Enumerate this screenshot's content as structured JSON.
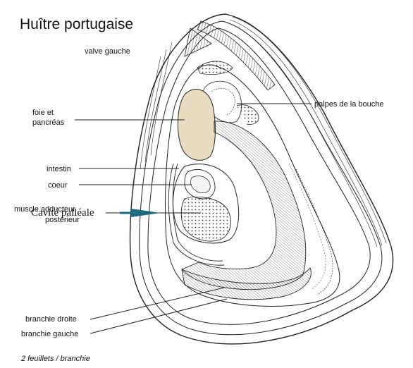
{
  "title": "Huître portugaise",
  "labels": {
    "valve_gauche": "valve gauche",
    "foie_1": "foie et",
    "foie_2": "pancréas",
    "intestin": "intestin",
    "coeur": "coeur",
    "muscle_1": "muscle adducteur",
    "muscle_2": "postérieur",
    "cavite": "Cavité palléale",
    "palpes": "palpes de la bouche",
    "branchie_droite": "branchie droite",
    "branchie_gauche": "branchie gauche"
  },
  "footnote": "2 feuillets / branchie",
  "colors": {
    "liver_fill": "#e9dcc0",
    "arrow": "#1f6a80",
    "ink": "#222222"
  }
}
